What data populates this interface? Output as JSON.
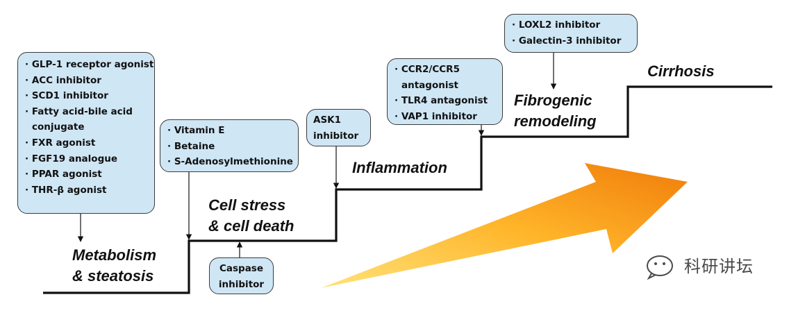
{
  "stages": {
    "metabolism": [
      "Metabolism",
      "& steatosis"
    ],
    "cell_stress": [
      "Cell stress",
      "& cell death"
    ],
    "inflammation": [
      "Inflammation"
    ],
    "fibrogenic": [
      "Fibrogenic",
      "remodeling"
    ],
    "cirrhosis": [
      "Cirrhosis"
    ]
  },
  "boxes": {
    "metabolic_drugs": [
      "· GLP-1 receptor agonist",
      "· ACC inhibitor",
      "· SCD1 inhibitor",
      "· Fatty acid-bile acid",
      "conjugate",
      "· FXR agonist",
      "· FGF19 analogue",
      "· PPAR agonist",
      "· THR-β agonist"
    ],
    "antioxidants": [
      "· Vitamin E",
      "· Betaine",
      "· S-Adenosylmethionine"
    ],
    "caspase": [
      "Caspase",
      "inhibitor"
    ],
    "ask1": [
      "ASK1",
      "inhibitor"
    ],
    "inflammatory": [
      "· CCR2/CCR5",
      "antagonist",
      "· TLR4 antagonist",
      "· VAP1 inhibitor"
    ],
    "antifibrotic": [
      "· LOXL2 inhibitor",
      "· Galectin-3 inhibitor"
    ]
  },
  "watermark": {
    "text": "科研讲坛",
    "icon": "wechat-icon"
  },
  "colors": {
    "box_fill": "#cfe6f5",
    "line": "#111111",
    "arrow_light": "#ffd24a",
    "arrow_dark": "#f08a10"
  }
}
